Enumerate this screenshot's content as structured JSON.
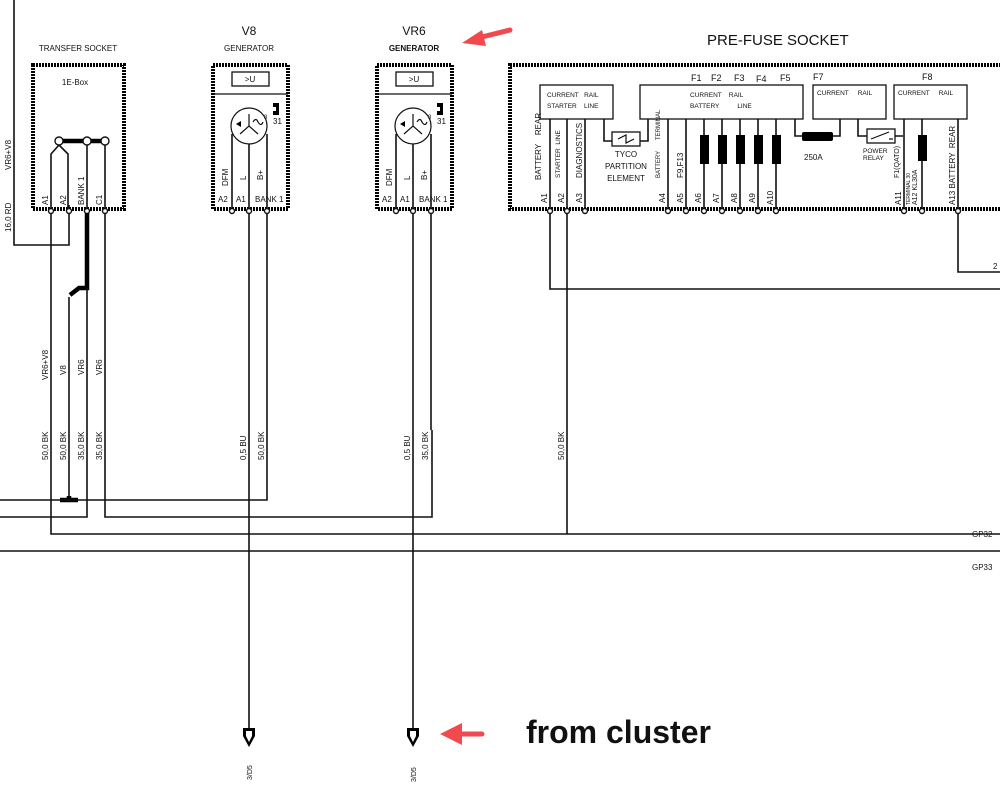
{
  "diagram": {
    "components": {
      "transfer_socket": {
        "title": "TRANSFER SOCKET",
        "inner_label": "1E-Box",
        "pins": [
          "A1",
          "A2",
          "BANK 1",
          "C1"
        ]
      },
      "v8_generator": {
        "model": "V8",
        "title": "GENERATOR",
        "regulator": ">U",
        "ground_label": "31",
        "terminal_num": "3",
        "internal_labels": [
          "DFM",
          "L",
          "B+"
        ],
        "pins": [
          "A2",
          "A1",
          "BANK 1"
        ]
      },
      "vr6_generator": {
        "model": "VR6",
        "title": "GENERATOR",
        "regulator": ">U",
        "ground_label": "31",
        "terminal_num": "3",
        "internal_labels": [
          "DFM",
          "L",
          "B+"
        ],
        "pins": [
          "A2",
          "A1",
          "BANK 1"
        ]
      },
      "pre_fuse_socket": {
        "title": "PRE-FUSE SOCKET",
        "starter_rail": {
          "line1": "CURRENT   RAIL",
          "line2": "STARTER    LINE"
        },
        "battery_rail": {
          "line1": "CURRENT    RAIL",
          "line2": "BATTERY          LINE"
        },
        "f7_rail": "CURRENT     RAIL",
        "f8_rail": "CURRENT     RAIL",
        "fuse_labels": [
          "F1",
          "F2",
          "F3",
          "F4",
          "F5",
          "F7",
          "F8"
        ],
        "side_labels": {
          "battery_rear": "BATTERY    REAR",
          "starter_line": "STARTER  LINE",
          "diagnostics": "DIAGNOSTICS",
          "battery": "BATTERY",
          "terminal": "TERMINAL",
          "f9_f13": "F9,F13",
          "f1_qato": "F1(QATO)",
          "terminal_30": "TERMINAL 30",
          "a12_klm": "A12 KL30A",
          "a13_battery_rear": "A13 BATTERY  REAR"
        },
        "tyco": [
          "TYCO",
          "PARTITION",
          "ELEMENT"
        ],
        "fuse_250a": "250A",
        "power_relay": [
          "POWER",
          "RELAY"
        ],
        "pins": [
          "A1",
          "A2",
          "A3",
          "A4",
          "A5",
          "A6",
          "A7",
          "A8",
          "A9",
          "A10",
          "A11"
        ]
      }
    },
    "wires": {
      "left_supply": {
        "name": "VR6+V8",
        "spec": "16,0 RD"
      },
      "transfer": [
        {
          "name": "VR6+V8",
          "spec": "50,0 BK"
        },
        {
          "name": "V8",
          "spec": "50,0 BK"
        },
        {
          "name": "VR6",
          "spec": "35,0 BK"
        },
        {
          "name": "VR6",
          "spec": "35,0 BK"
        }
      ],
      "v8": [
        {
          "spec": "0,5 BU"
        },
        {
          "spec": "50,0 BK"
        }
      ],
      "vr6": [
        {
          "spec": "0,5 BU"
        },
        {
          "spec": "35,0 BK"
        }
      ],
      "prefuse_a2": {
        "spec": "50,0 BK"
      },
      "right_edge_ref": "2"
    },
    "ground_points": [
      "GP32",
      "GP33"
    ],
    "connectors": [
      {
        "ref": "3/D5"
      },
      {
        "ref": "3/D5"
      }
    ]
  },
  "annotations": {
    "from_cluster": "from cluster",
    "arrow_color": "#f04a4f"
  }
}
